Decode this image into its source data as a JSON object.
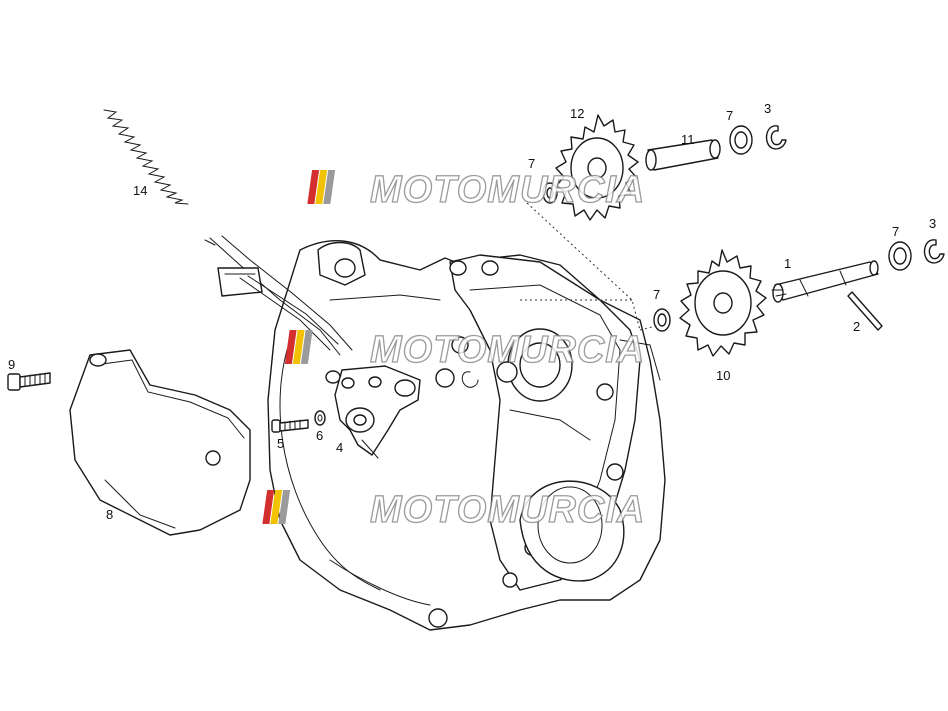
{
  "watermark": {
    "text": "MOTOMURCIA",
    "stripe_colors": [
      "#d32f2f",
      "#f2c200",
      "#9a9a9a"
    ]
  },
  "callouts": [
    {
      "id": "1",
      "part": "shaft"
    },
    {
      "id": "2",
      "part": "pin"
    },
    {
      "id": "3",
      "part": "circlip"
    },
    {
      "id": "3",
      "part": "circlip"
    },
    {
      "id": "4",
      "part": "oil-pump"
    },
    {
      "id": "5",
      "part": "screw"
    },
    {
      "id": "6",
      "part": "washer"
    },
    {
      "id": "7",
      "part": "washer"
    },
    {
      "id": "7",
      "part": "washer"
    },
    {
      "id": "7",
      "part": "washer"
    },
    {
      "id": "7",
      "part": "washer"
    },
    {
      "id": "8",
      "part": "pump-cover"
    },
    {
      "id": "9",
      "part": "screw"
    },
    {
      "id": "10",
      "part": "gear"
    },
    {
      "id": "11",
      "part": "pin"
    },
    {
      "id": "12",
      "part": "gear"
    },
    {
      "id": "14",
      "part": "spring"
    }
  ]
}
